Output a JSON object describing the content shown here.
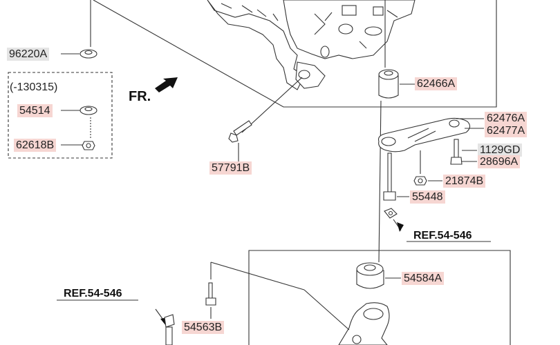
{
  "direction_label": "FR.",
  "variant_range": "(-130315)",
  "part_labels": {
    "p96220A": "96220A",
    "p54514": "54514",
    "p62618B": "62618B",
    "p62466A": "62466A",
    "p62476A": "62476A",
    "p62477A": "62477A",
    "p1129GD": "1129GD",
    "p28696A": "28696A",
    "p57791B": "57791B",
    "p21874B": "21874B",
    "p55448": "55448",
    "p54584A": "54584A",
    "p54563B": "54563B"
  },
  "references": {
    "ref_right": "REF.54-546",
    "ref_left": "REF.54-546"
  },
  "colors": {
    "highlight": "#f6d6d2",
    "gray_tag": "#e4e4e4",
    "line": "#333333"
  }
}
